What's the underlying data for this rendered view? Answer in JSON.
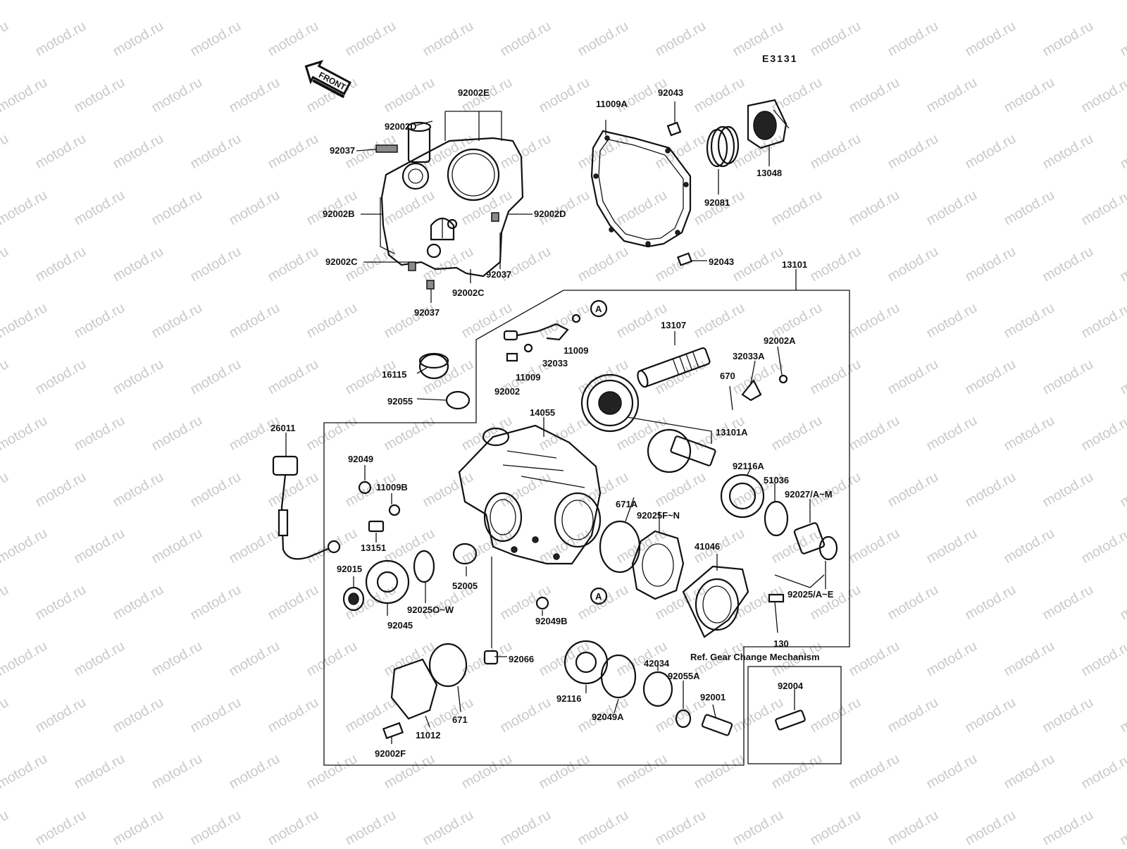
{
  "diagram_code": "E3131",
  "front_label": "FRONT",
  "watermark": "motod.ru",
  "ref_note": "Ref. Gear Change Mechanism",
  "callout_letter": "A",
  "labels": {
    "92002D_top": "92002D",
    "92002E": "92002E",
    "92037_a": "92037",
    "92002B": "92002B",
    "92002D_right": "92002D",
    "92002C_a": "92002C",
    "92037_b": "92037",
    "92002C_b": "92002C",
    "92037_c": "92037",
    "11009A": "11009A",
    "92043_a": "92043",
    "92081": "92081",
    "13048": "13048",
    "92043_b": "92043",
    "13101": "13101",
    "11009_a": "11009",
    "32033": "32033",
    "11009_b": "11009",
    "92002": "92002",
    "13107": "13107",
    "92002A": "92002A",
    "32033A": "32033A",
    "670": "670",
    "16115": "16115",
    "92055": "92055",
    "14055": "14055",
    "13101A": "13101A",
    "26011": "26011",
    "92049": "92049",
    "11009B": "11009B",
    "13151": "13151",
    "92116A": "92116A",
    "51036": "51036",
    "92027": "92027/A~M",
    "671A": "671A",
    "92025F": "92025F~N",
    "41046": "41046",
    "92015": "92015",
    "52005": "52005",
    "92025O": "92025O~W",
    "92045": "92045",
    "92025A": "92025/A~E",
    "92049B": "92049B",
    "130": "130",
    "92066": "92066",
    "42034": "42034",
    "92055A": "92055A",
    "92004": "92004",
    "92116": "92116",
    "92001": "92001",
    "92049A": "92049A",
    "671": "671",
    "11012": "11012",
    "92002F": "92002F"
  }
}
